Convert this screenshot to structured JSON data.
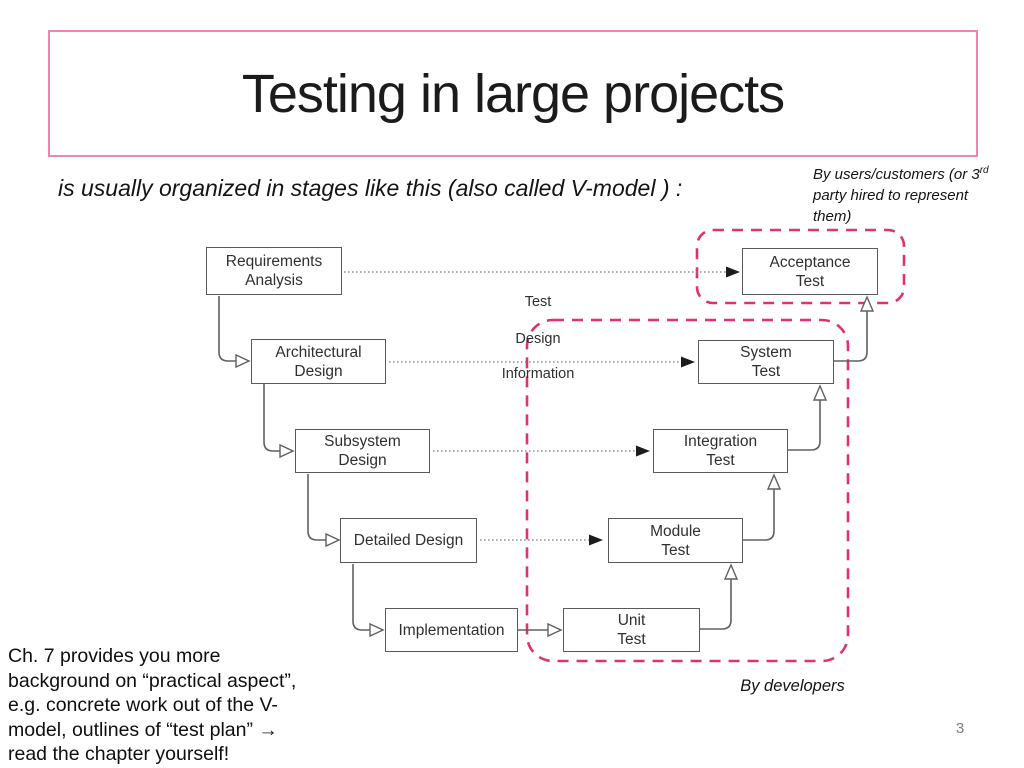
{
  "slide": {
    "title": "Testing in large projects",
    "subtitle": "is usually organized in stages like this (also called V-model )  :",
    "page_number": "3"
  },
  "notes": {
    "users_line1_pre": "By users/customers (or 3",
    "users_line1_sup": "rd",
    "users_line2": "party hired to represent",
    "users_line3": "them)",
    "developers": "By developers",
    "chapter_lines": [
      "Ch. 7 provides you more",
      "background on “practical aspect”,",
      "e.g. concrete work out of the V-",
      "model, outlines of “test plan” →",
      "read the chapter yourself!"
    ]
  },
  "diagram": {
    "phases": [
      {
        "line1": "Requirements",
        "line2": "Analysis"
      },
      {
        "line1": "Architectural",
        "line2": "Design"
      },
      {
        "line1": "Subsystem",
        "line2": "Design"
      },
      {
        "line1": "Detailed Design",
        "line2": ""
      },
      {
        "line1": "Implementation",
        "line2": ""
      }
    ],
    "tests": [
      {
        "line1": "Acceptance",
        "line2": "Test"
      },
      {
        "line1": "System",
        "line2": "Test"
      },
      {
        "line1": "Integration",
        "line2": "Test"
      },
      {
        "line1": "Module",
        "line2": "Test"
      },
      {
        "line1": "Unit",
        "line2": "Test"
      }
    ],
    "flow_labels": [
      "Test",
      "Design",
      "Information"
    ]
  },
  "colors": {
    "dashed_region_pink": "#e03273",
    "title_border_pink": "#f083b0",
    "connector_gray": "#5f6062",
    "page_number_gray": "#7f7f7f"
  }
}
